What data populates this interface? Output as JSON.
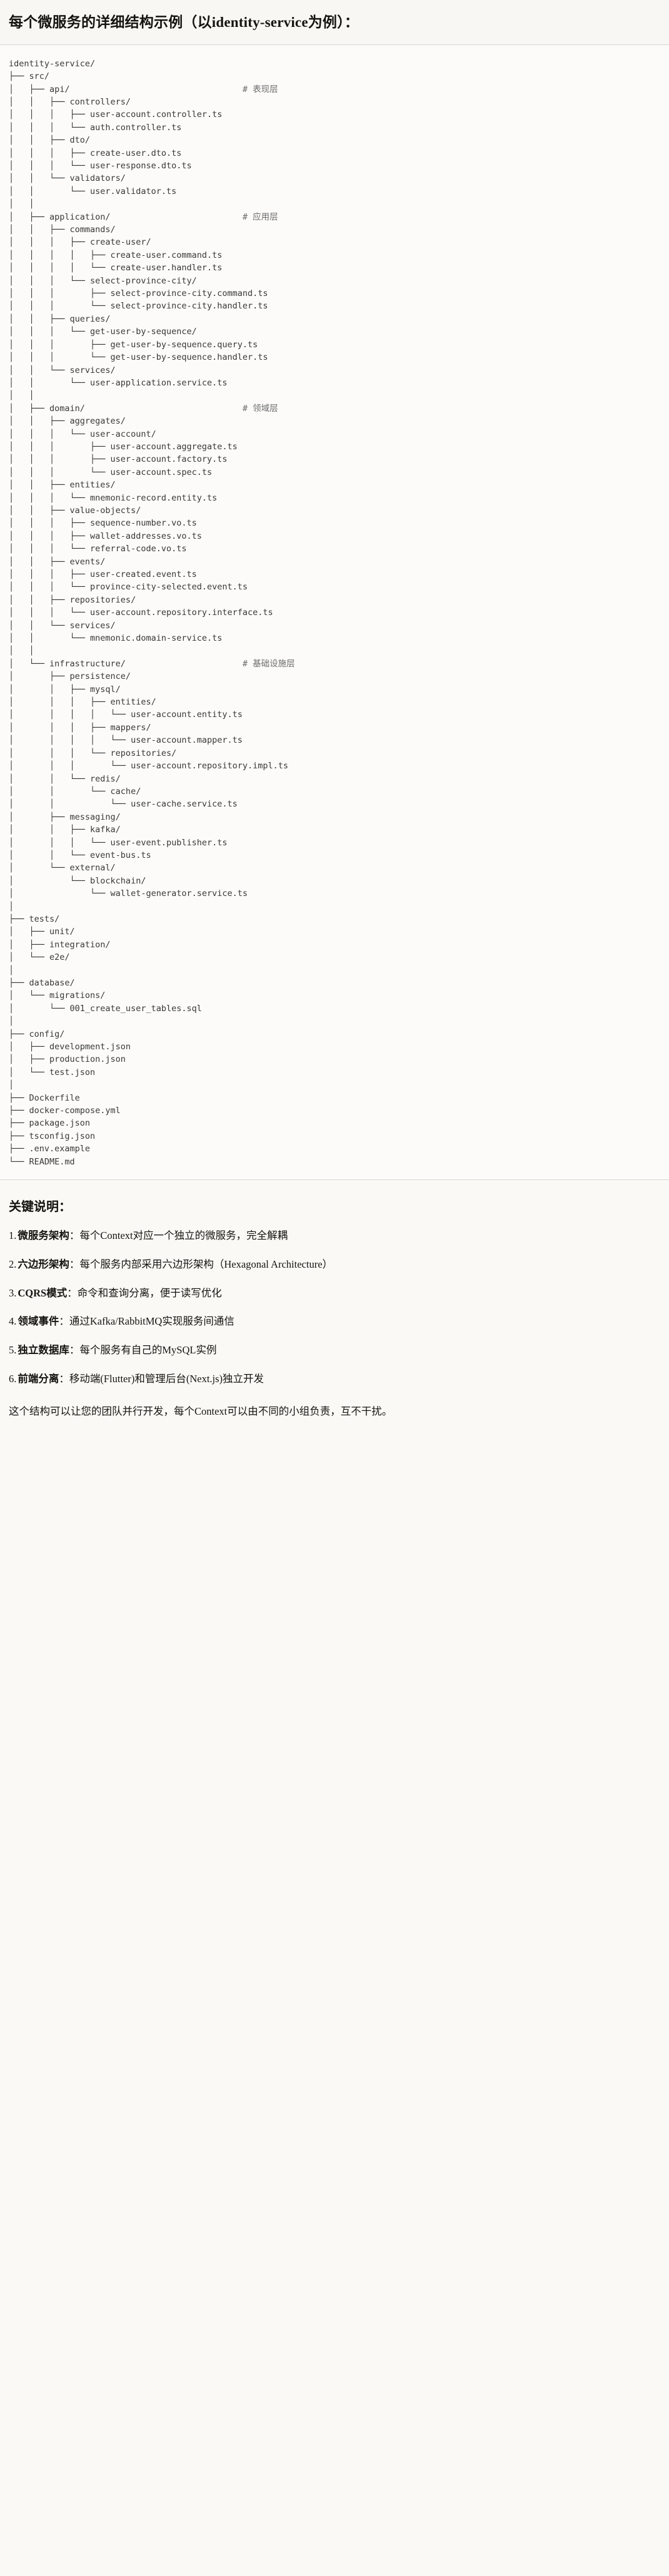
{
  "header": {
    "title": "每个微服务的详细结构示例（以identity-service为例）："
  },
  "tree": {
    "root_label": "identity-service/",
    "lines": [
      {
        "text": "identity-service/",
        "comment": ""
      },
      {
        "text": "├── src/",
        "comment": ""
      },
      {
        "text": "│   ├── api/",
        "comment": "# 表现层"
      },
      {
        "text": "│   │   ├── controllers/",
        "comment": ""
      },
      {
        "text": "│   │   │   ├── user-account.controller.ts",
        "comment": ""
      },
      {
        "text": "│   │   │   └── auth.controller.ts",
        "comment": ""
      },
      {
        "text": "│   │   ├── dto/",
        "comment": ""
      },
      {
        "text": "│   │   │   ├── create-user.dto.ts",
        "comment": ""
      },
      {
        "text": "│   │   │   └── user-response.dto.ts",
        "comment": ""
      },
      {
        "text": "│   │   └── validators/",
        "comment": ""
      },
      {
        "text": "│   │       └── user.validator.ts",
        "comment": ""
      },
      {
        "text": "│   │",
        "comment": ""
      },
      {
        "text": "│   ├── application/",
        "comment": "# 应用层"
      },
      {
        "text": "│   │   ├── commands/",
        "comment": ""
      },
      {
        "text": "│   │   │   ├── create-user/",
        "comment": ""
      },
      {
        "text": "│   │   │   │   ├── create-user.command.ts",
        "comment": ""
      },
      {
        "text": "│   │   │   │   └── create-user.handler.ts",
        "comment": ""
      },
      {
        "text": "│   │   │   └── select-province-city/",
        "comment": ""
      },
      {
        "text": "│   │   │       ├── select-province-city.command.ts",
        "comment": ""
      },
      {
        "text": "│   │   │       └── select-province-city.handler.ts",
        "comment": ""
      },
      {
        "text": "│   │   ├── queries/",
        "comment": ""
      },
      {
        "text": "│   │   │   └── get-user-by-sequence/",
        "comment": ""
      },
      {
        "text": "│   │   │       ├── get-user-by-sequence.query.ts",
        "comment": ""
      },
      {
        "text": "│   │   │       └── get-user-by-sequence.handler.ts",
        "comment": ""
      },
      {
        "text": "│   │   └── services/",
        "comment": ""
      },
      {
        "text": "│   │       └── user-application.service.ts",
        "comment": ""
      },
      {
        "text": "│   │",
        "comment": ""
      },
      {
        "text": "│   ├── domain/",
        "comment": "# 领域层"
      },
      {
        "text": "│   │   ├── aggregates/",
        "comment": ""
      },
      {
        "text": "│   │   │   └── user-account/",
        "comment": ""
      },
      {
        "text": "│   │   │       ├── user-account.aggregate.ts",
        "comment": ""
      },
      {
        "text": "│   │   │       ├── user-account.factory.ts",
        "comment": ""
      },
      {
        "text": "│   │   │       └── user-account.spec.ts",
        "comment": ""
      },
      {
        "text": "│   │   ├── entities/",
        "comment": ""
      },
      {
        "text": "│   │   │   └── mnemonic-record.entity.ts",
        "comment": ""
      },
      {
        "text": "│   │   ├── value-objects/",
        "comment": ""
      },
      {
        "text": "│   │   │   ├── sequence-number.vo.ts",
        "comment": ""
      },
      {
        "text": "│   │   │   ├── wallet-addresses.vo.ts",
        "comment": ""
      },
      {
        "text": "│   │   │   └── referral-code.vo.ts",
        "comment": ""
      },
      {
        "text": "│   │   ├── events/",
        "comment": ""
      },
      {
        "text": "│   │   │   ├── user-created.event.ts",
        "comment": ""
      },
      {
        "text": "│   │   │   └── province-city-selected.event.ts",
        "comment": ""
      },
      {
        "text": "│   │   ├── repositories/",
        "comment": ""
      },
      {
        "text": "│   │   │   └── user-account.repository.interface.ts",
        "comment": ""
      },
      {
        "text": "│   │   └── services/",
        "comment": ""
      },
      {
        "text": "│   │       └── mnemonic.domain-service.ts",
        "comment": ""
      },
      {
        "text": "│   │",
        "comment": ""
      },
      {
        "text": "│   └── infrastructure/",
        "comment": "# 基础设施层"
      },
      {
        "text": "│       ├── persistence/",
        "comment": ""
      },
      {
        "text": "│       │   ├── mysql/",
        "comment": ""
      },
      {
        "text": "│       │   │   ├── entities/",
        "comment": ""
      },
      {
        "text": "│       │   │   │   └── user-account.entity.ts",
        "comment": ""
      },
      {
        "text": "│       │   │   ├── mappers/",
        "comment": ""
      },
      {
        "text": "│       │   │   │   └── user-account.mapper.ts",
        "comment": ""
      },
      {
        "text": "│       │   │   └── repositories/",
        "comment": ""
      },
      {
        "text": "│       │   │       └── user-account.repository.impl.ts",
        "comment": ""
      },
      {
        "text": "│       │   └── redis/",
        "comment": ""
      },
      {
        "text": "│       │       └── cache/",
        "comment": ""
      },
      {
        "text": "│       │           └── user-cache.service.ts",
        "comment": ""
      },
      {
        "text": "│       ├── messaging/",
        "comment": ""
      },
      {
        "text": "│       │   ├── kafka/",
        "comment": ""
      },
      {
        "text": "│       │   │   └── user-event.publisher.ts",
        "comment": ""
      },
      {
        "text": "│       │   └── event-bus.ts",
        "comment": ""
      },
      {
        "text": "│       └── external/",
        "comment": ""
      },
      {
        "text": "│           └── blockchain/",
        "comment": ""
      },
      {
        "text": "│               └── wallet-generator.service.ts",
        "comment": ""
      },
      {
        "text": "│",
        "comment": ""
      },
      {
        "text": "├── tests/",
        "comment": ""
      },
      {
        "text": "│   ├── unit/",
        "comment": ""
      },
      {
        "text": "│   ├── integration/",
        "comment": ""
      },
      {
        "text": "│   └── e2e/",
        "comment": ""
      },
      {
        "text": "│",
        "comment": ""
      },
      {
        "text": "├── database/",
        "comment": ""
      },
      {
        "text": "│   └── migrations/",
        "comment": ""
      },
      {
        "text": "│       └── 001_create_user_tables.sql",
        "comment": ""
      },
      {
        "text": "│",
        "comment": ""
      },
      {
        "text": "├── config/",
        "comment": ""
      },
      {
        "text": "│   ├── development.json",
        "comment": ""
      },
      {
        "text": "│   ├── production.json",
        "comment": ""
      },
      {
        "text": "│   └── test.json",
        "comment": ""
      },
      {
        "text": "│",
        "comment": ""
      },
      {
        "text": "├── Dockerfile",
        "comment": ""
      },
      {
        "text": "├── docker-compose.yml",
        "comment": ""
      },
      {
        "text": "├── package.json",
        "comment": ""
      },
      {
        "text": "├── tsconfig.json",
        "comment": ""
      },
      {
        "text": "├── .env.example",
        "comment": ""
      },
      {
        "text": "└── README.md",
        "comment": ""
      }
    ],
    "comment_column": 46
  },
  "notes": {
    "title": "关键说明：",
    "items": [
      {
        "num": "1.",
        "term": "微服务架构",
        "sep": "：",
        "desc": "每个Context对应一个独立的微服务，完全解耦"
      },
      {
        "num": "2.",
        "term": "六边形架构",
        "sep": "：",
        "desc": "每个服务内部采用六边形架构（Hexagonal Architecture）"
      },
      {
        "num": "3.",
        "term": "CQRS模式",
        "sep": "：",
        "desc": "命令和查询分离，便于读写优化"
      },
      {
        "num": "4.",
        "term": "领域事件",
        "sep": "：",
        "desc": "通过Kafka/RabbitMQ实现服务间通信"
      },
      {
        "num": "5.",
        "term": "独立数据库",
        "sep": "：",
        "desc": "每个服务有自己的MySQL实例"
      },
      {
        "num": "6.",
        "term": "前端分离",
        "sep": "：",
        "desc": "移动端(Flutter)和管理后台(Next.js)独立开发"
      }
    ],
    "closing": "这个结构可以让您的团队并行开发，每个Context可以由不同的小组负责，互不干扰。"
  },
  "colors": {
    "page_background": "#faf9f6",
    "code_background": "#fcfbf9",
    "text": "#1a1a1a",
    "tree_text": "#38383a",
    "comment_text": "#6d6d70",
    "divider": "#d8d6d0"
  }
}
